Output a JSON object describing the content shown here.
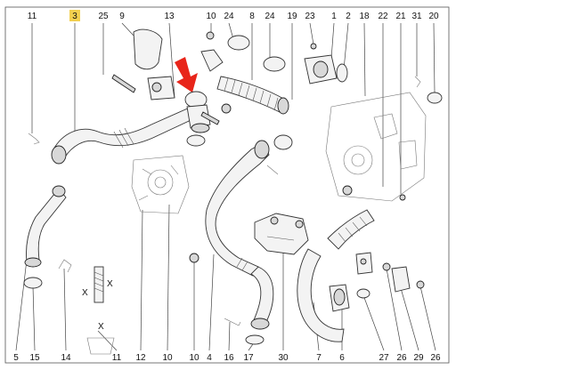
{
  "diagram": {
    "highlight_color": "#f2d04f",
    "arrow_color": "#e8251a",
    "line_color": "#444444",
    "top_callouts": [
      {
        "label": "11",
        "highlighted": false
      },
      {
        "label": "3",
        "highlighted": true
      },
      {
        "label": "25",
        "highlighted": false
      },
      {
        "label": "9",
        "highlighted": false
      },
      {
        "label": "13",
        "highlighted": false
      },
      {
        "label": "10",
        "highlighted": false
      },
      {
        "label": "24",
        "highlighted": false
      },
      {
        "label": "8",
        "highlighted": false
      },
      {
        "label": "24",
        "highlighted": false
      },
      {
        "label": "19",
        "highlighted": false
      },
      {
        "label": "23",
        "highlighted": false
      },
      {
        "label": "1",
        "highlighted": false
      },
      {
        "label": "2",
        "highlighted": false
      },
      {
        "label": "18",
        "highlighted": false
      },
      {
        "label": "22",
        "highlighted": false
      },
      {
        "label": "21",
        "highlighted": false
      },
      {
        "label": "31",
        "highlighted": false
      },
      {
        "label": "20",
        "highlighted": false
      }
    ],
    "bottom_callouts": [
      {
        "label": "5"
      },
      {
        "label": "15"
      },
      {
        "label": "14"
      },
      {
        "label": "11"
      },
      {
        "label": "12"
      },
      {
        "label": "10"
      },
      {
        "label": "10"
      },
      {
        "label": "4"
      },
      {
        "label": "16"
      },
      {
        "label": "17"
      },
      {
        "label": "30"
      },
      {
        "label": "7"
      },
      {
        "label": "6"
      },
      {
        "label": "27"
      },
      {
        "label": "26"
      },
      {
        "label": "29"
      },
      {
        "label": "26"
      }
    ],
    "dimension_marks": [
      "X",
      "X",
      "X"
    ]
  }
}
